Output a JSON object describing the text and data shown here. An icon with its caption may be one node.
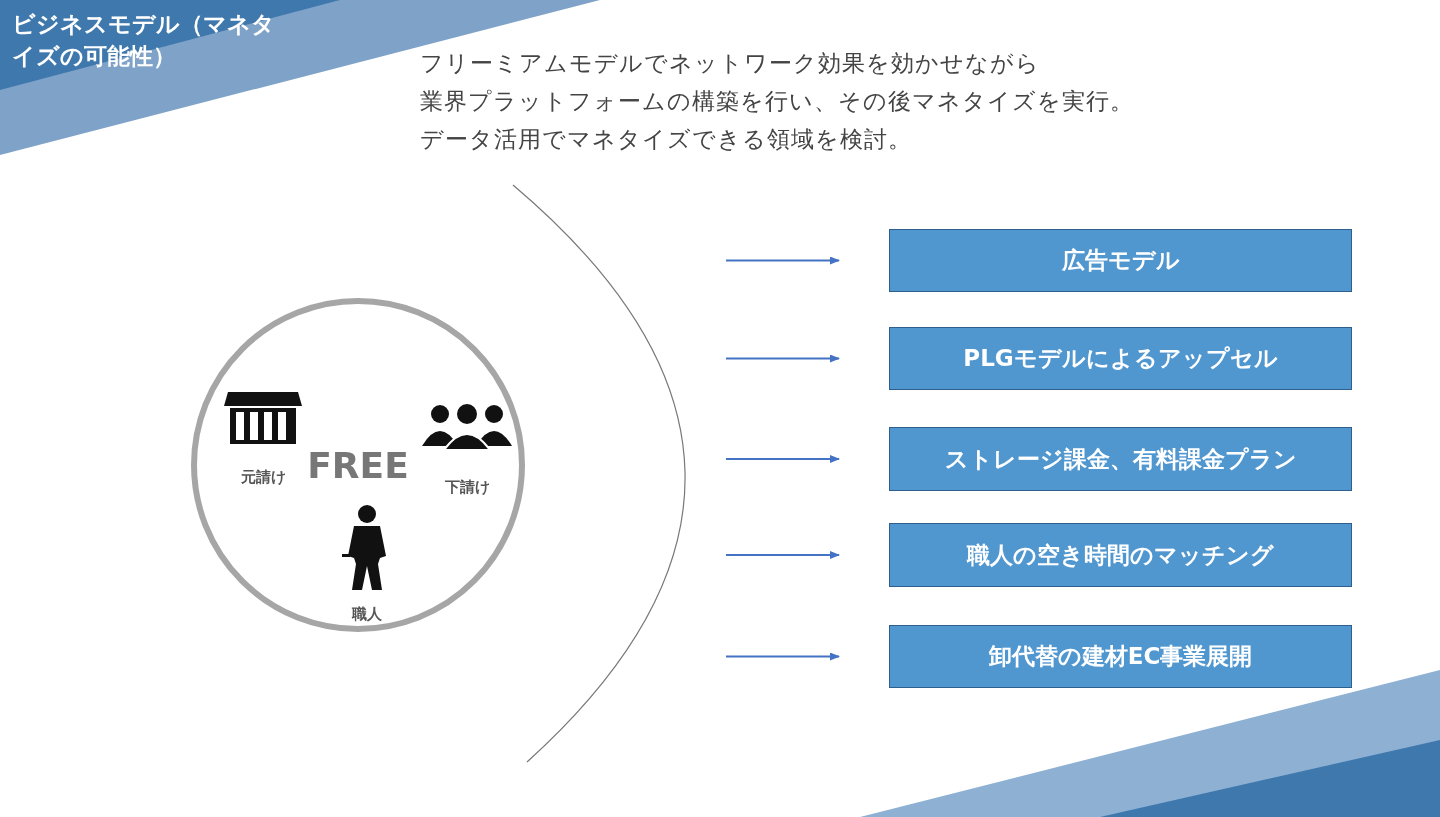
{
  "diagram": {
    "title": "ビジネスモデル（マネタイズの可能性）",
    "nodes": [
      {
        "text": [
          "FREE"
        ]
      },
      {
        "text": [
          "元請け"
        ],
        "in": 0
      },
      {
        "text": [
          "下請け"
        ],
        "in": 0
      },
      {
        "text": [
          "職人"
        ],
        "in": 0
      },
      {
        "text": [
          "広告モデル"
        ]
      },
      {
        "text": [
          "PLGモデルによるアップセル"
        ]
      },
      {
        "text": [
          "ストレージ課金、有料課金プラン"
        ]
      },
      {
        "text": [
          "職人の空き時間のマッチング"
        ]
      },
      {
        "text": [
          "卸代替の建材EC事業展開"
        ]
      }
    ],
    "edges": [
      {
        "from": null,
        "to": 4,
        "arrow": "to"
      },
      {
        "from": null,
        "to": 5,
        "arrow": "to"
      },
      {
        "from": null,
        "to": 6,
        "arrow": "to"
      },
      {
        "from": null,
        "to": 7,
        "arrow": "to"
      },
      {
        "from": null,
        "to": 8,
        "arrow": "to"
      }
    ],
    "labels": [
      "フリーミアムモデルでネットワーク効果を効かせながら",
      "業界プラットフォームの構築を行い、その後マネタイズを実行。",
      "データ活用でマネタイズできる領域を検討。"
    ]
  }
}
